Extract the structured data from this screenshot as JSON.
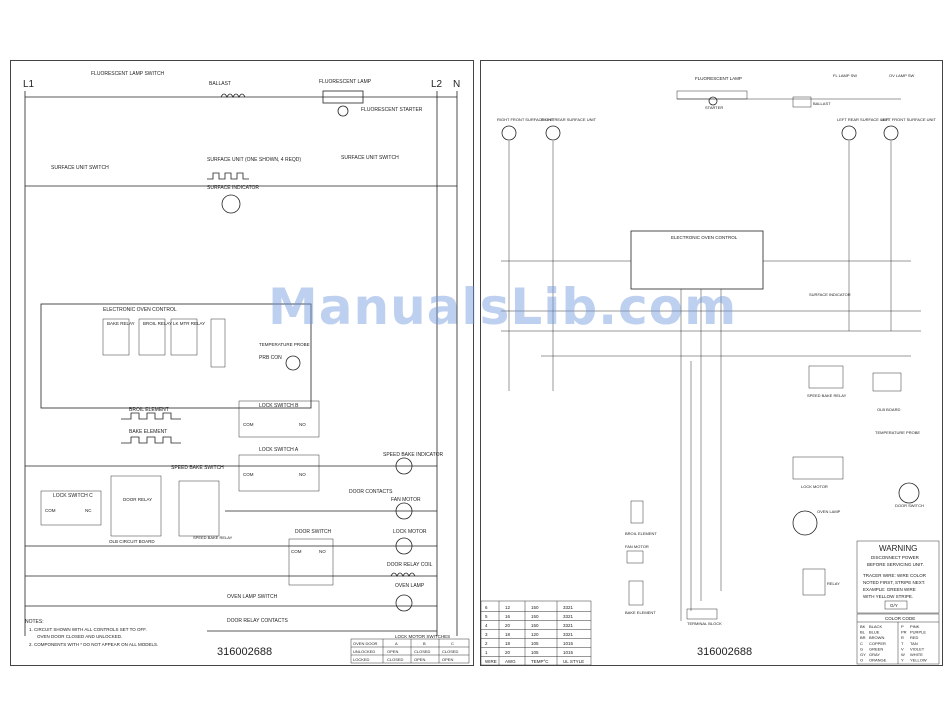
{
  "left": {
    "bus_l1": "L1",
    "bus_l2": "L2",
    "bus_n": "N",
    "fluorescent_lamp_switch": "FLUORESCENT LAMP SWITCH",
    "ballast": "BALLAST",
    "fluorescent_lamp": "FLUORESCENT LAMP",
    "fluorescent_starter": "FLUORESCENT STARTER",
    "surface_unit_switch_left": "SURFACE UNIT SWITCH",
    "surface_unit": "SURFACE UNIT (ONE SHOWN, 4 REQD)",
    "surface_unit_switch_right": "SURFACE UNIT SWITCH",
    "surface_indicator": "SURFACE INDICATOR",
    "eoc_title": "ELECTRONIC OVEN CONTROL",
    "bake_relay": "BAKE RELAY",
    "broil_relay": "BROIL RELAY",
    "lk_mtr_relay": "LK MTR RELAY",
    "temp_probe": "TEMPERATURE PROBE",
    "prb_con": "PRB CON",
    "broil_element": "BROIL ELEMENT",
    "bake_element": "BAKE ELEMENT",
    "lock_switch_b": "LOCK SWITCH B",
    "lock_switch_a": "LOCK SWITCH A",
    "speed_bake_indicator": "SPEED BAKE INDICATOR",
    "speed_bake_switch": "SPEED BAKE SWITCH",
    "lock_switch_c": "LOCK SWITCH C",
    "olb_circuit_board": "OLB CIRCUIT BOARD",
    "door_relay": "DOOR RELAY",
    "speed_bake_relay": "SPEED BAKE RELAY",
    "door_contacts": "DOOR CONTACTS",
    "fan_motor": "FAN MOTOR",
    "door_switch": "DOOR SWITCH",
    "lock_motor": "LOCK MOTOR",
    "door_relay_coil": "DOOR RELAY COIL",
    "oven_lamp": "OVEN LAMP",
    "oven_lamp_switch": "OVEN LAMP SWITCH",
    "door_relay_contacts": "DOOR RELAY CONTACTS",
    "com": "COM",
    "no": "NO",
    "nc": "NC",
    "notes_title": "NOTES:",
    "note1": "1. CIRCUIT SHOWN WITH ALL CONTROLS SET TO OFF.",
    "note1b": "OVEN DOOR CLOSED AND UNLOCKED.",
    "note2": "2. COMPONENTS WITH * DO NOT APPEAR ON ALL MODELS.",
    "lock_table": {
      "title": "LOCK MOTOR SWITCHES",
      "header": [
        "OVEN DOOR",
        "A",
        "B",
        "C"
      ],
      "rows": [
        [
          "UNLOCKED",
          "OPEN",
          "CLOSED",
          "CLOSED"
        ],
        [
          "LOCKED",
          "CLOSED",
          "OPEN",
          "OPEN"
        ]
      ]
    },
    "doc_number": "316002688"
  },
  "right": {
    "fluorescent_lamp": "FLUORESCENT LAMP",
    "starter": "STARTER",
    "ballast": "BALLAST",
    "fl_lamp_sw": "FL LAMP SW",
    "ov_lamp_sw": "OV LAMP SW",
    "right_front": "RIGHT FRONT SURFACE UNIT",
    "right_rear": "RIGHT REAR SURFACE UNIT",
    "left_rear": "LEFT REAR SURFACE UNIT",
    "left_front": "LEFT FRONT SURFACE UNIT",
    "eoc": "ELECTRONIC OVEN CONTROL",
    "surface_indicator": "SURFACE INDICATOR",
    "speed_bake_relay": "SPEED BAKE RELAY",
    "olb_board": "OLB BOARD",
    "temp_probe": "TEMPERATURE PROBE",
    "lock_motor": "LOCK MOTOR",
    "door_switch": "DOOR SWITCH",
    "oven_lamp": "OVEN LAMP",
    "broil_element": "BROIL ELEMENT",
    "fan_motor": "FAN MOTOR",
    "bake_element": "BAKE ELEMENT",
    "terminal_block": "TERMINAL BLOCK",
    "relay": "RELAY",
    "warning": {
      "title": "WARNING",
      "line1": "DISCONNECT POWER",
      "line2": "BEFORE SERVICING UNIT.",
      "line3": "TRACER WIRE: WIRE COLOR",
      "line4": "NOTED FIRST, STRIPE NEXT.",
      "line5": "EXAMPLE: GREEN WIRE",
      "line6": "WITH YELLOW STRIPE.",
      "example": "G/Y"
    },
    "wire_table": {
      "rows": [
        [
          "6",
          "12",
          "150",
          "3321"
        ],
        [
          "5",
          "16",
          "150",
          "3321"
        ],
        [
          "4",
          "20",
          "150",
          "3321"
        ],
        [
          "3",
          "18",
          "120",
          "3321"
        ],
        [
          "2",
          "18",
          "105",
          "1015"
        ],
        [
          "1",
          "20",
          "105",
          "1015"
        ]
      ],
      "header": [
        "WIRE",
        "AWG",
        "TEMP°C",
        "UL STYLE"
      ]
    },
    "color_code": {
      "title": "COLOR CODE",
      "rows": [
        [
          "BK",
          "BLACK",
          "P",
          "PINK"
        ],
        [
          "BL",
          "BLUE",
          "PR",
          "PURPLE"
        ],
        [
          "BR",
          "BROWN",
          "R",
          "RED"
        ],
        [
          "C",
          "COPPER",
          "T",
          "TAN"
        ],
        [
          "G",
          "GREEN",
          "V",
          "VIOLET"
        ],
        [
          "GY",
          "GRAY",
          "W",
          "WHITE"
        ],
        [
          "O",
          "ORANGE",
          "Y",
          "YELLOW"
        ]
      ]
    },
    "doc_number": "316002688"
  },
  "watermark": "ManualsLib.com"
}
